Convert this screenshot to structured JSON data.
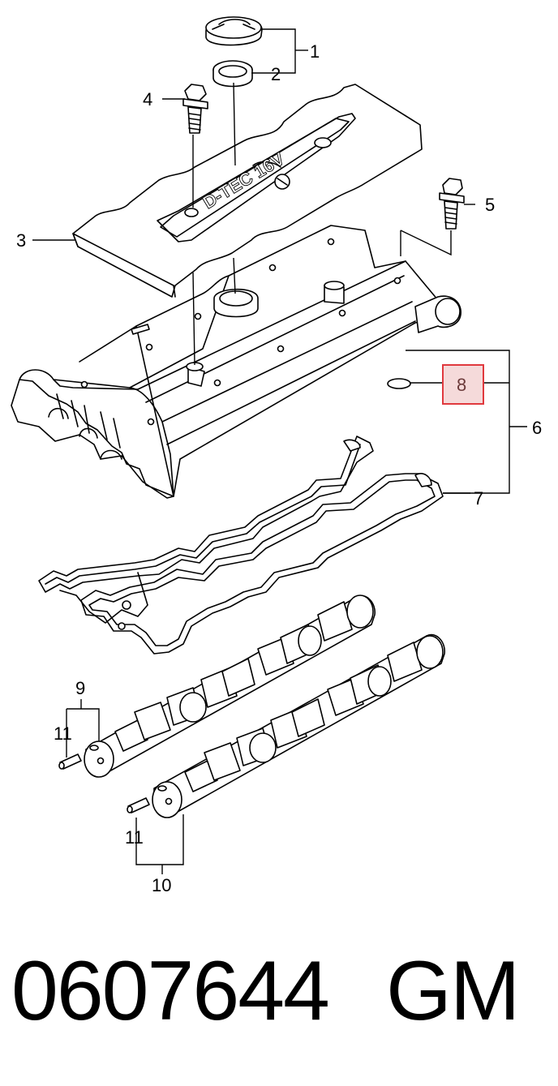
{
  "callouts": {
    "c1": "1",
    "c2": "2",
    "c3": "3",
    "c4": "4",
    "c5": "5",
    "c6": "6",
    "c7": "7",
    "c8": "8",
    "c9": "9",
    "c10": "10",
    "c11a": "11",
    "c11b": "11"
  },
  "cover_emblem_text": "D-TEC 16V",
  "highlight_color": "#e0393e",
  "highlight_fill": "#f5dada",
  "part_number": "0607644",
  "brand": "GM"
}
